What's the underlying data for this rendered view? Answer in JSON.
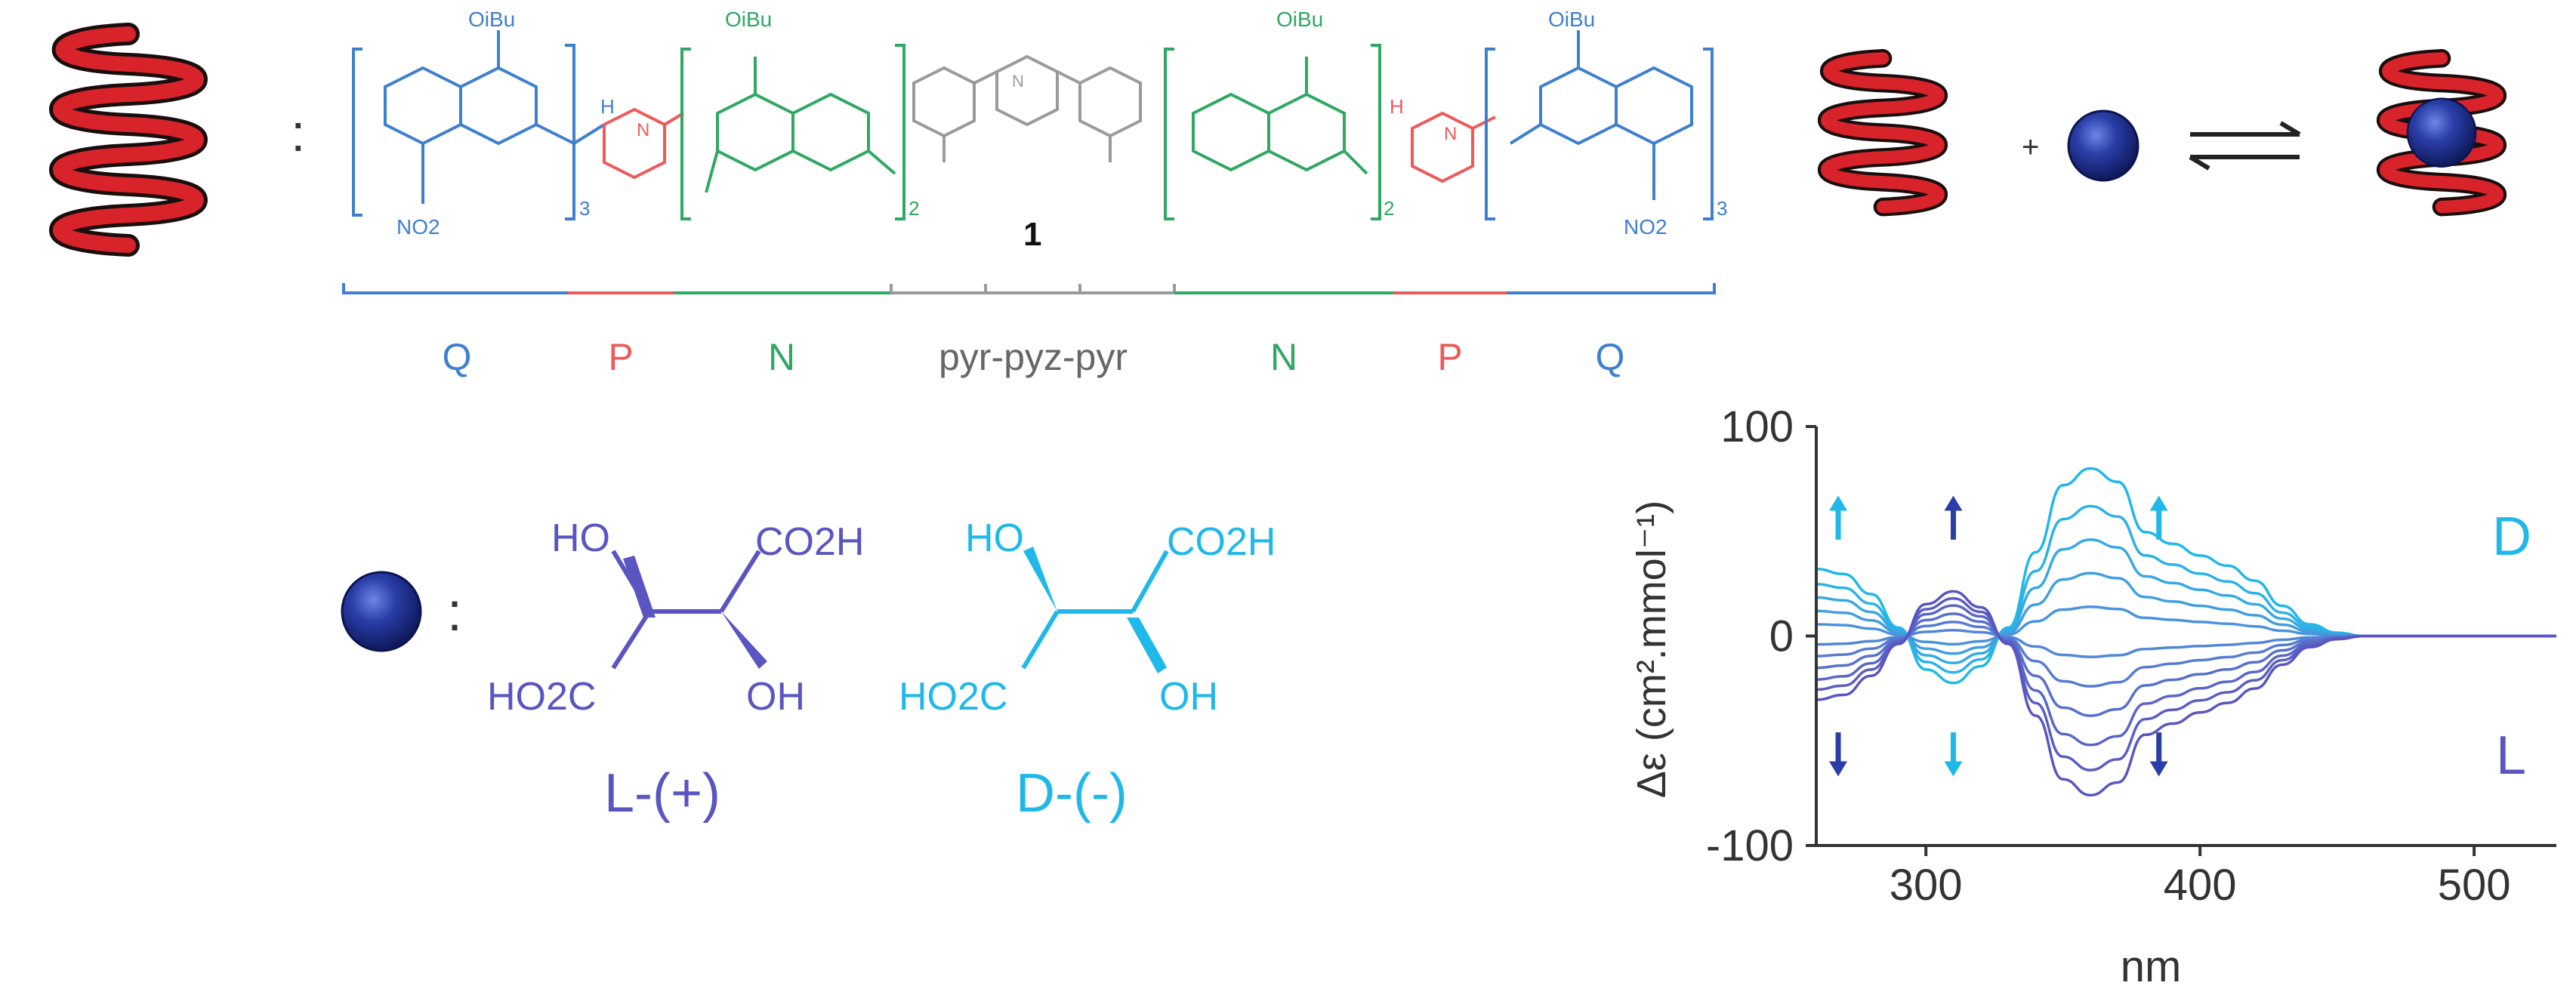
{
  "colors": {
    "helix": "#d8232a",
    "helix_dark": "#1a0d0d",
    "guest": "#1f2f8f",
    "quinoline": "#3f7fcf",
    "pyridine": "#ee5a5a",
    "naphthyridine": "#2fa862",
    "central": "#9a9a9a",
    "l_tartaric": "#5a55c0",
    "d_tartaric": "#1fb8e8",
    "axis": "#333333"
  },
  "top": {
    "colon_left": ":",
    "compound_number": "1",
    "q_sub_left": "3",
    "n_sub_left": "2",
    "n_sub_right": "2",
    "q_sub_right": "3",
    "obu_label": "OiBu",
    "no2_label": "NO2",
    "nh_label": "H",
    "n_label": "N",
    "plus": "+",
    "segments": [
      {
        "label": "Q",
        "color": "#3f7fcf"
      },
      {
        "label": "P",
        "color": "#ee5a5a"
      },
      {
        "label": "N",
        "color": "#2fa862"
      },
      {
        "label": "pyr-pyz-pyr",
        "color": "#666666"
      },
      {
        "label": "N",
        "color": "#2fa862"
      },
      {
        "label": "P",
        "color": "#ee5a5a"
      },
      {
        "label": "Q",
        "color": "#3f7fcf"
      }
    ]
  },
  "guest_def": {
    "colon": ":",
    "l_label": "L-(+)",
    "d_label": "D-(-)",
    "ho": "HO",
    "co2h": "CO2H",
    "ho2c": "HO2C",
    "oh": "OH"
  },
  "chart_data": {
    "type": "line",
    "xlabel": "nm",
    "ylabel": "Δε (cm².mmol⁻¹)",
    "xlim": [
      260,
      530
    ],
    "ylim": [
      -100,
      100
    ],
    "xticks": [
      300,
      400,
      500
    ],
    "yticks": [
      100,
      0,
      -100
    ],
    "series_labels": [
      {
        "name": "D",
        "color": "#1fb8e8"
      },
      {
        "name": "L",
        "color": "#5a55c0"
      }
    ],
    "x": [
      260,
      270,
      280,
      290,
      300,
      310,
      320,
      330,
      340,
      350,
      360,
      370,
      380,
      390,
      400,
      410,
      420,
      430,
      440,
      450,
      460,
      470,
      480,
      490,
      500,
      510,
      520,
      530
    ],
    "shape": [
      0.4,
      0.37,
      0.25,
      0.05,
      -0.2,
      -0.28,
      -0.18,
      0.05,
      0.5,
      0.9,
      1.0,
      0.92,
      0.62,
      0.55,
      0.48,
      0.42,
      0.33,
      0.18,
      0.07,
      0.02,
      0.0,
      0.0,
      0.0,
      0.0,
      0.0,
      0.0,
      0.0,
      0.0
    ],
    "series": [
      {
        "amp": 80,
        "color": "#1fb8e8"
      },
      {
        "amp": 62,
        "color": "#2bb2e6"
      },
      {
        "amp": 46,
        "color": "#36a9e3"
      },
      {
        "amp": 30,
        "color": "#409fe0"
      },
      {
        "amp": 14,
        "color": "#4a93dd"
      },
      {
        "amp": -10,
        "color": "#5287d8"
      },
      {
        "amp": -24,
        "color": "#567bd3"
      },
      {
        "amp": -38,
        "color": "#5870cd"
      },
      {
        "amp": -52,
        "color": "#5a66c7"
      },
      {
        "amp": -64,
        "color": "#5a5ec3"
      },
      {
        "amp": -76,
        "color": "#5a55c0"
      }
    ],
    "arrows": [
      {
        "x": 268,
        "dir": "up",
        "color": "#1fb8e8"
      },
      {
        "x": 268,
        "dir": "down",
        "color": "#2a3ea8"
      },
      {
        "x": 310,
        "dir": "up",
        "color": "#2a3ea8"
      },
      {
        "x": 310,
        "dir": "down",
        "color": "#1fb8e8"
      },
      {
        "x": 385,
        "dir": "up",
        "color": "#1fb8e8"
      },
      {
        "x": 385,
        "dir": "down",
        "color": "#2a3ea8"
      }
    ]
  }
}
